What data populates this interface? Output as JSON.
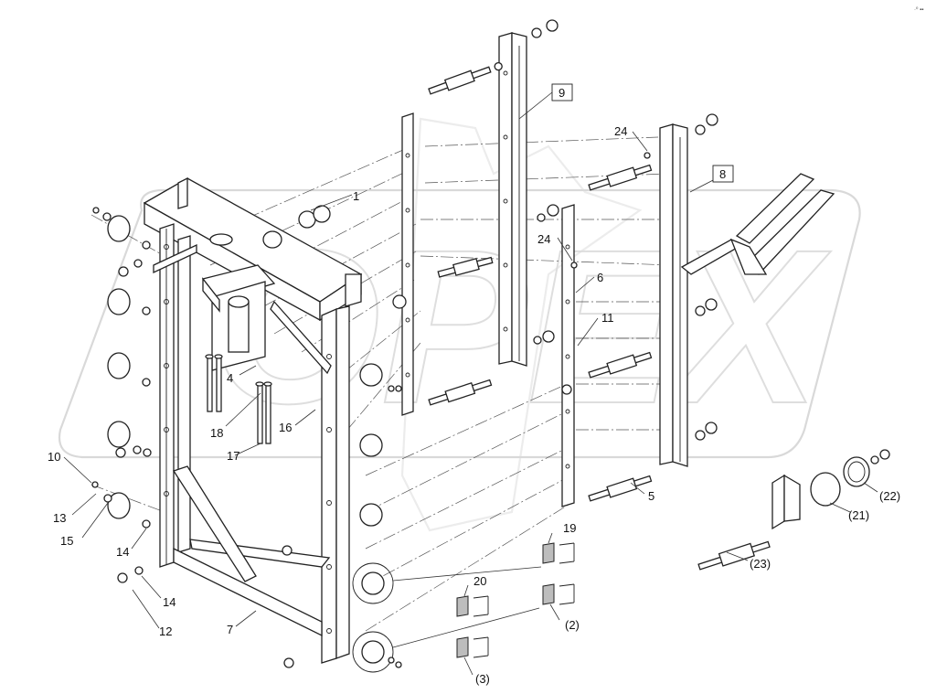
{
  "header": {
    "mark": "·⁰ ▪▪"
  },
  "watermark": {
    "text": "OPEX"
  },
  "callouts": [
    {
      "id": "c1",
      "text": "1"
    },
    {
      "id": "c2",
      "text": "(2)"
    },
    {
      "id": "c3",
      "text": "(3)"
    },
    {
      "id": "c4",
      "text": "4"
    },
    {
      "id": "c5",
      "text": "5"
    },
    {
      "id": "c6",
      "text": "6"
    },
    {
      "id": "c7",
      "text": "7"
    },
    {
      "id": "c8",
      "text": "8"
    },
    {
      "id": "c9",
      "text": "9"
    },
    {
      "id": "c10",
      "text": "10"
    },
    {
      "id": "c11",
      "text": "11"
    },
    {
      "id": "c12",
      "text": "12"
    },
    {
      "id": "c13",
      "text": "13"
    },
    {
      "id": "c14a",
      "text": "14"
    },
    {
      "id": "c14b",
      "text": "14"
    },
    {
      "id": "c15",
      "text": "15"
    },
    {
      "id": "c16",
      "text": "16"
    },
    {
      "id": "c17",
      "text": "17"
    },
    {
      "id": "c18",
      "text": "18"
    },
    {
      "id": "c19",
      "text": "19"
    },
    {
      "id": "c20",
      "text": "20"
    },
    {
      "id": "c21",
      "text": "(21)"
    },
    {
      "id": "c22",
      "text": "(22)"
    },
    {
      "id": "c23",
      "text": "(23)"
    },
    {
      "id": "c24a",
      "text": "24"
    },
    {
      "id": "c24b",
      "text": "24"
    }
  ]
}
